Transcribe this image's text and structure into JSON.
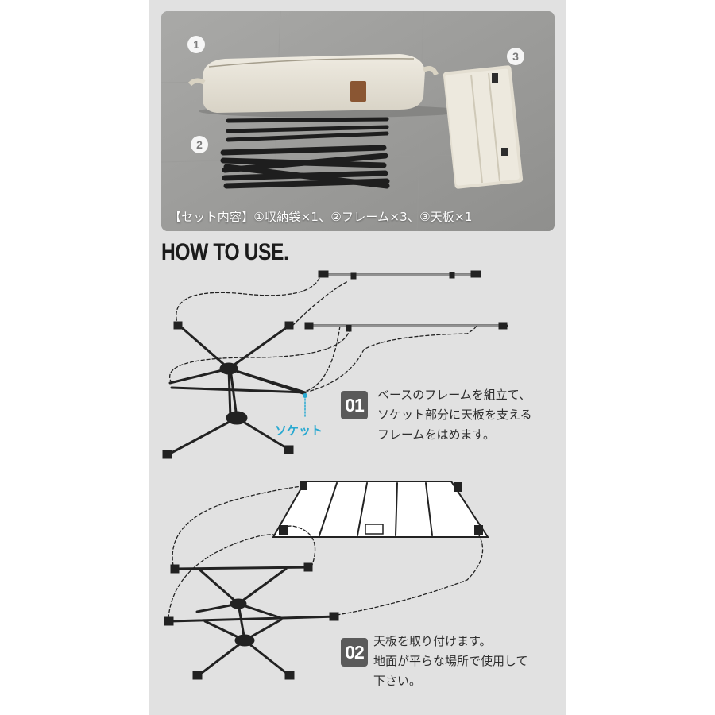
{
  "photo": {
    "caption": "【セット内容】①収納袋×1、②フレーム×3、③天板×1",
    "badges": [
      "1",
      "2",
      "3"
    ]
  },
  "heading": "HOW TO USE.",
  "socket_label": "ソケット",
  "steps": [
    {
      "number": "01",
      "lines": [
        "ベースのフレームを組立て、",
        "ソケット部分に天板を支える",
        "フレームをはめます。"
      ]
    },
    {
      "number": "02",
      "lines": [
        "天板を取り付けます。",
        "地面が平らな場所で使用して",
        "下さい。"
      ]
    }
  ],
  "colors": {
    "panel": "#e1e1e1",
    "badge": "#5a5a5a",
    "socket": "#29a9d1"
  }
}
